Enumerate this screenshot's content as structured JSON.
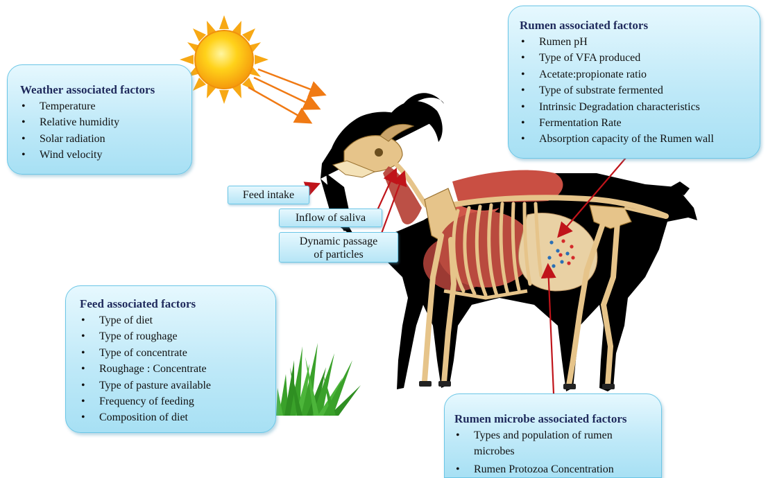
{
  "weather": {
    "title": "Weather associated factors",
    "items": [
      "Temperature",
      "Relative humidity",
      "Solar radiation",
      "Wind velocity"
    ]
  },
  "rumen": {
    "title": "Rumen associated factors",
    "items": [
      "Rumen pH",
      "Type of VFA produced",
      "Acetate:propionate ratio",
      "Type of substrate fermented",
      "Intrinsic Degradation characteristics",
      "Fermentation Rate",
      "Absorption capacity of the Rumen wall"
    ]
  },
  "feed": {
    "title": "Feed associated factors",
    "items": [
      "Type of diet",
      "Type of roughage",
      "Type of concentrate",
      "Roughage : Concentrate",
      "Type of pasture available",
      "Frequency of feeding",
      "Composition of diet"
    ]
  },
  "microbe": {
    "title": "Rumen microbe associated factors",
    "items": [
      "Types and population of rumen microbes",
      "Rumen Protozoa Concentration"
    ]
  },
  "labels": {
    "feed_intake": "Feed intake",
    "saliva": "Inflow of saliva",
    "passage": "Dynamic passage of particles"
  },
  "colors": {
    "box_fill": "#bfe9f8",
    "box_border": "#6bc6e6",
    "title_text": "#1f2a5c",
    "arrow_red": "#c0141a",
    "sun_ray": "#f07a14",
    "goat": "#000000",
    "bone": "#e6c48a",
    "muscle": "#b8473c",
    "grass": "#3aa12a"
  },
  "icons": [
    "sun-icon",
    "grass-icon",
    "goat-illustration"
  ]
}
